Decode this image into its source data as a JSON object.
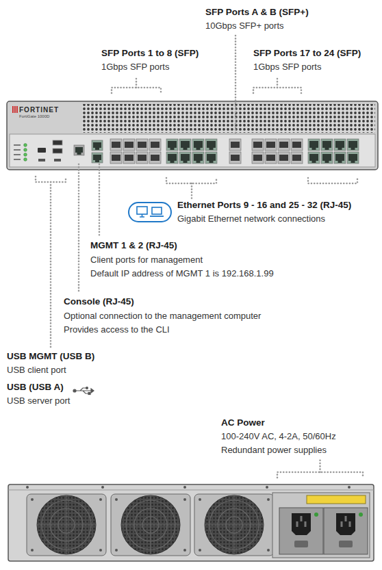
{
  "diagram": {
    "labels": [
      "SFP Ports A & B (SFP+)",
      "10Gbps SFP+ ports",
      "SFP Ports 1 to 8 (SFP)",
      "1Gbps SFP ports",
      "SFP Ports 17 to 24 (SFP)",
      "1Gbps SFP ports",
      "FORTINET",
      "FortiGate 1000D",
      "Ethernet Ports 9 - 16 and 25 - 32 (RJ-45)",
      "Gigabit Ethernet network connections",
      "MGMT 1 & 2 (RJ-45)",
      "Client ports for management",
      "Default IP address of MGMT 1 is 192.168.1.99",
      "Console (RJ-45)",
      "Optional connection to the management computer",
      "Provides access to the CLI",
      "USB MGMT (USB B)",
      "USB client port",
      "USB (USB A)",
      "USB server port",
      "AC Power",
      "100-240V AC, 4-2A, 50/60Hz",
      "Redundant power supplies"
    ]
  }
}
